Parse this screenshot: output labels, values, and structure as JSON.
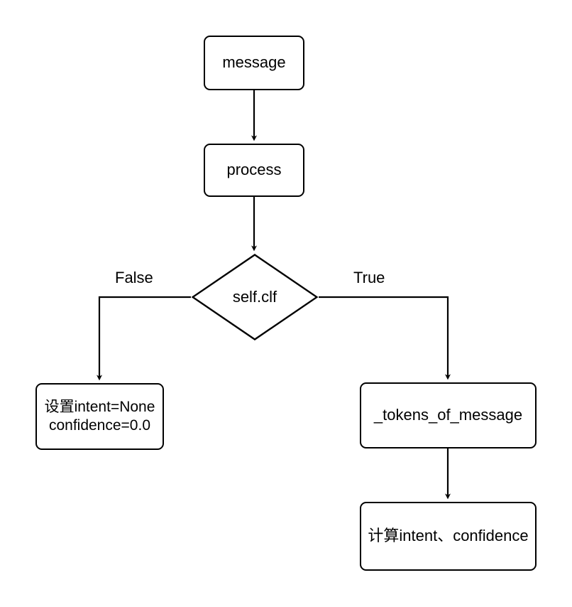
{
  "diagram": {
    "title": "message processing flowchart",
    "background_color": "#ffffff",
    "stroke_color": "#000000",
    "text_color": "#000000",
    "nodes": {
      "message": {
        "label": "message",
        "shape": "rounded-rect"
      },
      "process": {
        "label": "process",
        "shape": "rounded-rect"
      },
      "decision": {
        "label": "self.clf",
        "shape": "diamond"
      },
      "set_none": {
        "label": "设置intent=None\nconfidence=0.0",
        "shape": "rounded-rect"
      },
      "tokens": {
        "label": "_tokens_of_message",
        "shape": "rounded-rect"
      },
      "compute": {
        "label": "计算intent、confidence",
        "shape": "rounded-rect"
      }
    },
    "edge_labels": {
      "false": "False",
      "true": "True"
    },
    "edges": [
      {
        "from": "message",
        "to": "process",
        "label": ""
      },
      {
        "from": "process",
        "to": "decision",
        "label": ""
      },
      {
        "from": "decision",
        "to": "set_none",
        "label": "False"
      },
      {
        "from": "decision",
        "to": "tokens",
        "label": "True"
      },
      {
        "from": "tokens",
        "to": "compute",
        "label": ""
      }
    ]
  }
}
